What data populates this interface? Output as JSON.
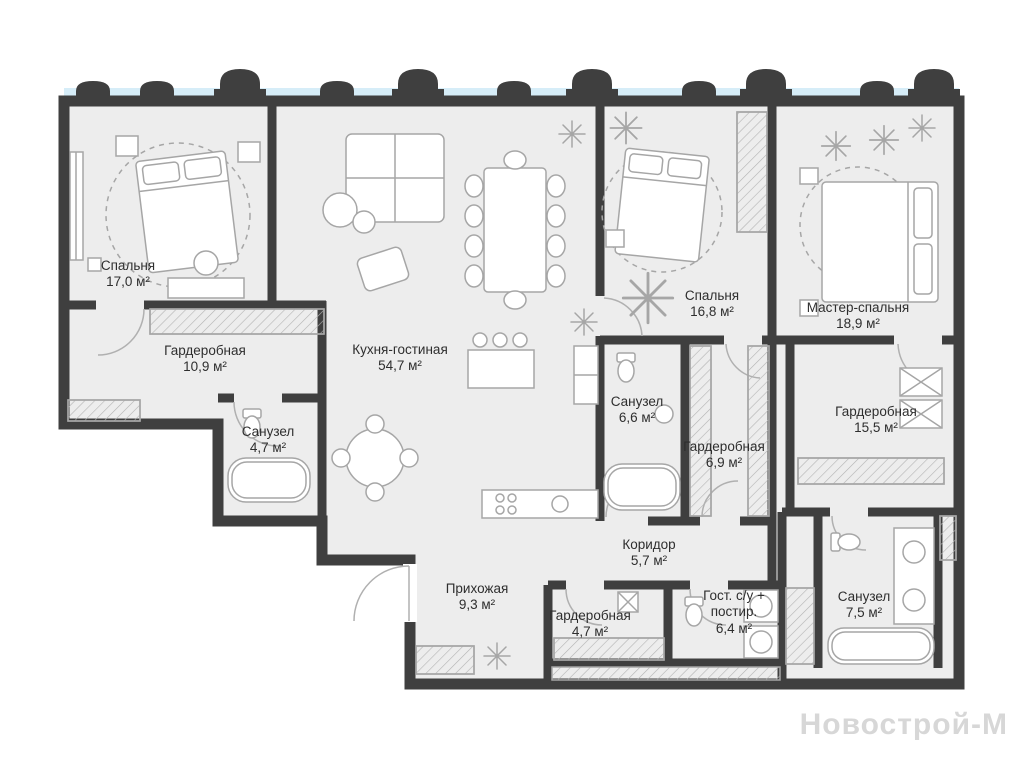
{
  "watermark": "Новострой-М",
  "palette": {
    "wall": "#3f3f3f",
    "floor": "#ededed",
    "window": "#d6edf8",
    "furniture_line": "#a6a6a6",
    "label_text": "#2e2e2e",
    "watermark_text": "#d7d7d7"
  },
  "rooms": [
    {
      "id": "bedroom-1",
      "name": "Спальня",
      "area": "17,0 м²"
    },
    {
      "id": "wardrobe-1",
      "name": "Гардеробная",
      "area": "10,9 м²"
    },
    {
      "id": "bathroom-1",
      "name": "Санузел",
      "area": "4,7 м²"
    },
    {
      "id": "kitchen-living",
      "name": "Кухня-гостиная",
      "area": "54,7 м²"
    },
    {
      "id": "bedroom-2",
      "name": "Спальня",
      "area": "16,8 м²"
    },
    {
      "id": "master-bedroom",
      "name": "Мастер-спальня",
      "area": "18,9 м²"
    },
    {
      "id": "bathroom-2",
      "name": "Санузел",
      "area": "6,6 м²"
    },
    {
      "id": "wardrobe-2",
      "name": "Гардеробная",
      "area": "6,9 м²"
    },
    {
      "id": "wardrobe-3",
      "name": "Гардеробная",
      "area": "15,5 м²"
    },
    {
      "id": "corridor",
      "name": "Коридор",
      "area": "5,7 м²"
    },
    {
      "id": "hallway",
      "name": "Прихожая",
      "area": "9,3 м²"
    },
    {
      "id": "wardrobe-4",
      "name": "Гардеробная",
      "area": "4,7 м²"
    },
    {
      "id": "guest-bathroom",
      "name": "Гост. с/у + постир.",
      "area": "6,4 м²"
    },
    {
      "id": "bathroom-3",
      "name": "Санузел",
      "area": "7,5 м²"
    }
  ]
}
